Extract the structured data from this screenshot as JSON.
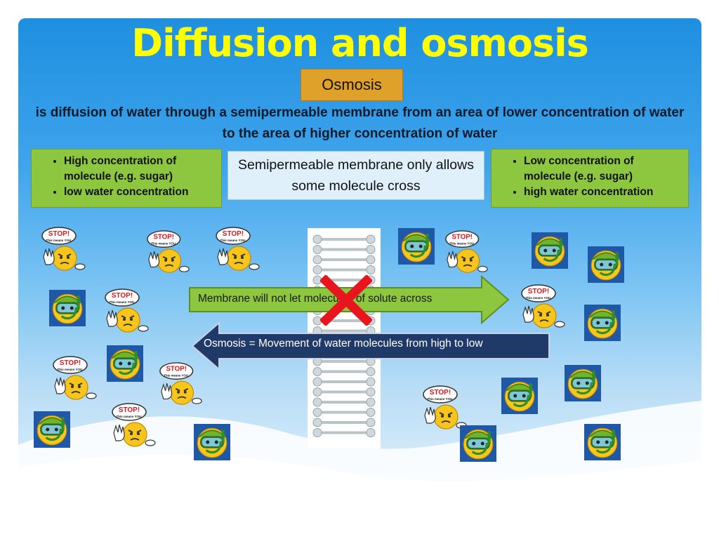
{
  "title": "Diffusion and osmosis",
  "term_label": "Osmosis",
  "definition": "is diffusion of water through a semipermeable membrane from an area of lower concentration of water to the area of higher concentration of water",
  "left_box": {
    "items": [
      "High concentration of molecule (e.g. sugar)",
      " low water concentration"
    ]
  },
  "center_note": "Semipermeable membrane only allows some molecule cross",
  "right_box": {
    "items": [
      "Low concentration of molecule (e.g. sugar)",
      "high water concentration"
    ]
  },
  "arrow_solute": {
    "text": "Membrane will not let molecules of solute  across"
  },
  "arrow_water": {
    "text": "Osmosis = Movement of water molecules from high to low"
  },
  "stop_sign": {
    "line1": "STOP!",
    "line2": "This means YOU."
  },
  "colors": {
    "title": "#ffff00",
    "term_label_bg": "#e0a12a",
    "green_box_bg": "#8dc63f",
    "green_arrow": "#8dc63f",
    "navy_arrow": "#1f3a68",
    "red_x": "#e8141e"
  },
  "icons": [
    "stop-sign-face-icon",
    "snorkel-face-icon",
    "red-x-icon"
  ]
}
